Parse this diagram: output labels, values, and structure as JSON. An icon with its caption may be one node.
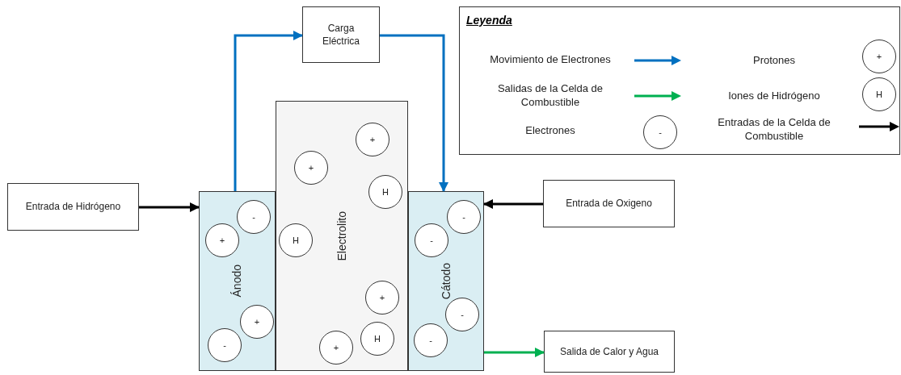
{
  "diagram": {
    "nodes": [
      {
        "text": [
          "Carga Eléctrica"
        ]
      },
      {
        "text": [
          "Entrada de Hidrógeno"
        ]
      },
      {
        "text": [
          "Ánodo"
        ]
      },
      {
        "text": [
          "Electrolito"
        ]
      },
      {
        "text": [
          "Cátodo"
        ]
      },
      {
        "text": [
          "Entrada de Oxigeno"
        ]
      },
      {
        "text": [
          "Salida de Calor y Agua"
        ]
      },
      {
        "text": [
          "-"
        ],
        "in": 2
      },
      {
        "text": [
          "+"
        ],
        "in": 2
      },
      {
        "text": [
          "+"
        ],
        "in": 2
      },
      {
        "text": [
          "-"
        ],
        "in": 2
      },
      {
        "text": [
          "+"
        ],
        "in": 3
      },
      {
        "text": [
          "+"
        ],
        "in": 3
      },
      {
        "text": [
          "H"
        ],
        "in": 3
      },
      {
        "text": [
          "H"
        ],
        "in": 3
      },
      {
        "text": [
          "+"
        ],
        "in": 3
      },
      {
        "text": [
          "H"
        ],
        "in": 3
      },
      {
        "text": [
          "+"
        ],
        "in": 3
      },
      {
        "text": [
          "-"
        ],
        "in": 4
      },
      {
        "text": [
          "-"
        ],
        "in": 4
      },
      {
        "text": [
          "-"
        ],
        "in": 4
      },
      {
        "text": [
          "-"
        ],
        "in": 4
      }
    ],
    "edges": [
      {
        "from": 2,
        "to": 0,
        "arrow": "to",
        "color": "#0070c0"
      },
      {
        "from": 0,
        "to": 4,
        "arrow": "to",
        "color": "#0070c0"
      },
      {
        "from": 1,
        "to": 2,
        "arrow": "to",
        "color": "#000000"
      },
      {
        "from": 5,
        "to": 4,
        "arrow": "to",
        "color": "#000000"
      },
      {
        "from": 4,
        "to": 6,
        "arrow": "to",
        "color": "#00b050"
      }
    ],
    "labels": [
      "Leyenda",
      "+",
      "H",
      "-"
    ],
    "legend": [
      {
        "text": "Movimiento de Electrones"
      },
      {
        "text": "Protones"
      },
      {
        "text": "Salidas de la Celda de Combustible"
      },
      {
        "text": "Iones de Hidrógeno"
      },
      {
        "text": "Electrones"
      },
      {
        "text": "Entradas de la Celda de Combustible"
      }
    ]
  }
}
